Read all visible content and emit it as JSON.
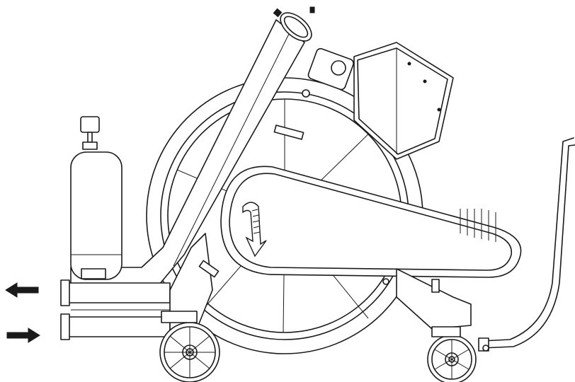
{
  "figure": {
    "kind": "line-drawing",
    "subject": "",
    "flow_arrows": [
      {
        "direction": "left",
        "color": "#1a1a1a"
      },
      {
        "direction": "right",
        "color": "#1a1a1a"
      }
    ],
    "rotation_arrow": {
      "direction": "counter-clockwise",
      "color": "#1a1a1a"
    },
    "colors": {
      "line": "#1a1a1a",
      "background": "#ffffff"
    }
  }
}
